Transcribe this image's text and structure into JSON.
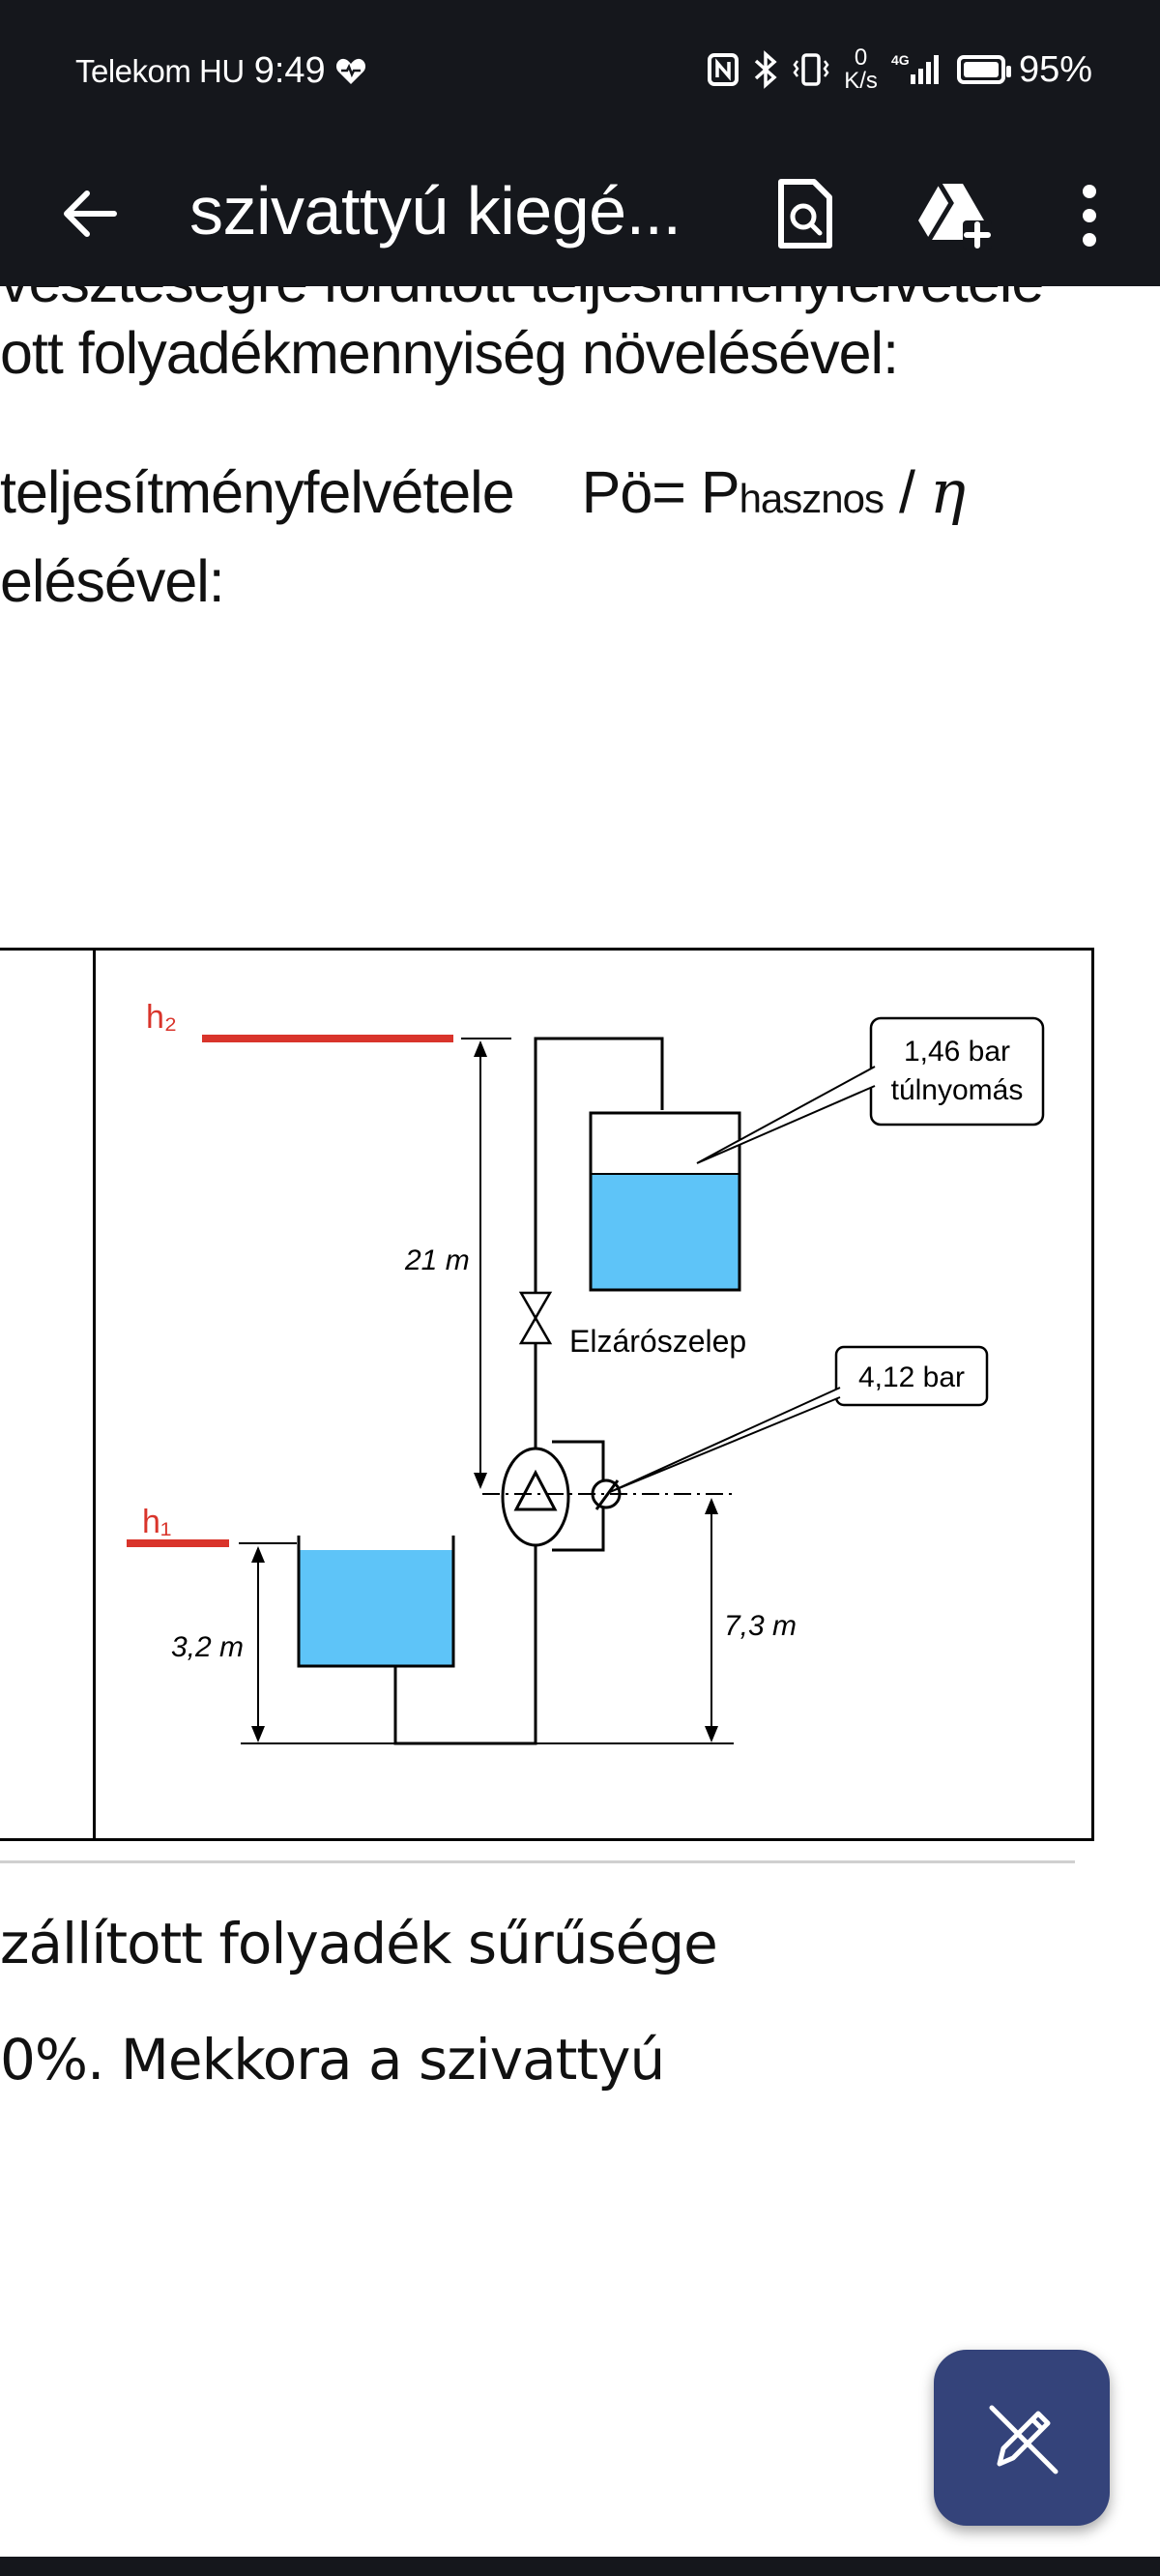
{
  "status_bar": {
    "carrier": "Telekom HU",
    "time": "9:49",
    "net_speed_value": "0",
    "net_speed_unit": "K/s",
    "network": "4G",
    "battery": "95%"
  },
  "app_bar": {
    "title": "szivattyú kiegé..."
  },
  "document": {
    "cut_line": "veszteségre fordított teljesítményfelvétele",
    "line2": "ott folyadékmennyiség növelésével:",
    "line3_text": "teljesítményfelvétele",
    "formula": {
      "lhs": "Pö",
      "eq": "= P",
      "sub": "hasznos",
      "slash": " / ",
      "eta": "η"
    },
    "line4": "elésével:",
    "diagram": {
      "h2": "h₂",
      "h1": "h₁",
      "dim_21": "21 m",
      "dim_32": "3,2 m",
      "dim_73": "7,3 m",
      "valve_label": "Elzárószelep",
      "callout_top_line1": "1,46 bar",
      "callout_top_line2": "túlnyomás",
      "callout_gauge": "4,12 bar",
      "colors": {
        "water": "#5ec4f8",
        "level_line": "#d9342b"
      }
    },
    "lower_line1": "zállított folyadék sűrűsége",
    "lower_line2": "0%. Mekkora a szivattyú"
  },
  "icons": {
    "back": "arrow-left-icon",
    "preview": "document-search-icon",
    "drive": "drive-add-icon",
    "more": "more-vert-icon",
    "fab": "edit-pen-icon"
  }
}
